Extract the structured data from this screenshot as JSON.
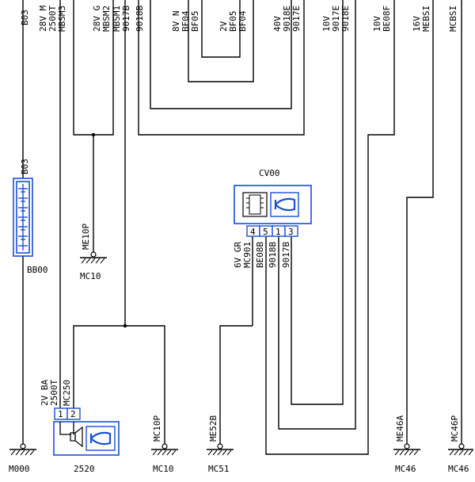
{
  "top_labels": [
    {
      "id": "b03-top",
      "lines": [
        "B03"
      ]
    },
    {
      "id": "w1",
      "lines": [
        "28V M",
        "2500T",
        "MBSM3"
      ]
    },
    {
      "id": "w2",
      "lines": [
        "28V G",
        "MBSM2"
      ]
    },
    {
      "id": "w3",
      "lines": [
        "MBSM1",
        "9017B"
      ]
    },
    {
      "id": "w4",
      "lines": [
        "9018B"
      ]
    },
    {
      "id": "w5",
      "lines": [
        "8V N",
        "BF04",
        "BF05"
      ]
    },
    {
      "id": "w6",
      "lines": [
        "2V",
        "BF05",
        "BF04"
      ]
    },
    {
      "id": "w7",
      "lines": [
        "40V",
        "9018E",
        "9017E"
      ]
    },
    {
      "id": "w8",
      "lines": [
        "10V",
        "9017E",
        "9018E"
      ]
    },
    {
      "id": "w9",
      "lines": [
        "10V",
        "BE08F"
      ]
    },
    {
      "id": "w10",
      "lines": [
        "16V",
        "MEBSI"
      ]
    },
    {
      "id": "w11",
      "lines": [
        "MCBSI"
      ]
    }
  ],
  "component_cv00": {
    "name": "CV00",
    "pins": [
      "4",
      "5",
      "1",
      "3"
    ],
    "wires": [
      "6V GR",
      "MC901",
      "BE08B",
      "9018B",
      "9017B"
    ]
  },
  "component_bb00": {
    "name": "BB00",
    "label_top": "B03"
  },
  "component_2520": {
    "name": "2520",
    "pins": [
      "1",
      "2"
    ],
    "wires": [
      "2V BA",
      "2500T",
      "MC250"
    ]
  },
  "me10p": {
    "label": "ME10P",
    "ground": "MC10"
  },
  "grounds": [
    {
      "id": "g-m000",
      "label": "M000"
    },
    {
      "id": "g-mc10",
      "label": "MC10",
      "wire": "MC10P"
    },
    {
      "id": "g-mc51",
      "label": "MC51",
      "wire": "ME52B"
    },
    {
      "id": "g-mc46a",
      "label": "MC46",
      "wire": "ME46A"
    },
    {
      "id": "g-mc46p",
      "label": "MC46",
      "wire": "MC46P"
    }
  ],
  "colors": {
    "wire": "#000000",
    "component": "#1a4fd6"
  }
}
